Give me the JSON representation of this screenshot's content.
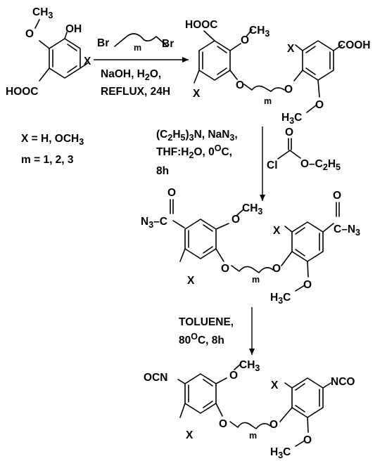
{
  "reactant": {
    "methoxy": "CH3",
    "ring_o": "O",
    "hydroxyl": "OH",
    "substituent": "X",
    "acid": "HOOC"
  },
  "dibromide": {
    "br_left": "Br",
    "br_right": "Br",
    "repeat": "m"
  },
  "step1": {
    "line1": "NaOH, H2O,",
    "line2": "REFLUX, 24H"
  },
  "definitions": {
    "x_def": "X = H, OCH3",
    "m_def": "m = 1, 2, 3"
  },
  "diacid": {
    "left_acid": "HOOC",
    "right_acid": "COOH",
    "ome_top": "CH3",
    "ome_bottom": "H3C",
    "oxygen": "O",
    "substituent": "X",
    "repeat": "m"
  },
  "step2": {
    "line1": "(C2H5)3N, NaN3,",
    "line2": "THF:H2O, 0°C,",
    "line3": "8h",
    "reagent_cl": "Cl",
    "reagent_o": "O",
    "reagent_oet": "O–C2H5"
  },
  "diazide": {
    "left_group": "N3–C",
    "right_group": "C–N3",
    "carbonyl_o": "O",
    "ome_top": "CH3",
    "ome_bottom": "H3C",
    "oxygen": "O",
    "substituent": "X",
    "repeat": "m"
  },
  "step3": {
    "line1": "TOLUENE,",
    "line2": "80°C, 8h"
  },
  "diisocyanate": {
    "left_group": "OCN",
    "right_group": "NCO",
    "ome_top": "CH3",
    "ome_bottom": "H3C",
    "oxygen": "O",
    "substituent": "X",
    "repeat": "m"
  }
}
